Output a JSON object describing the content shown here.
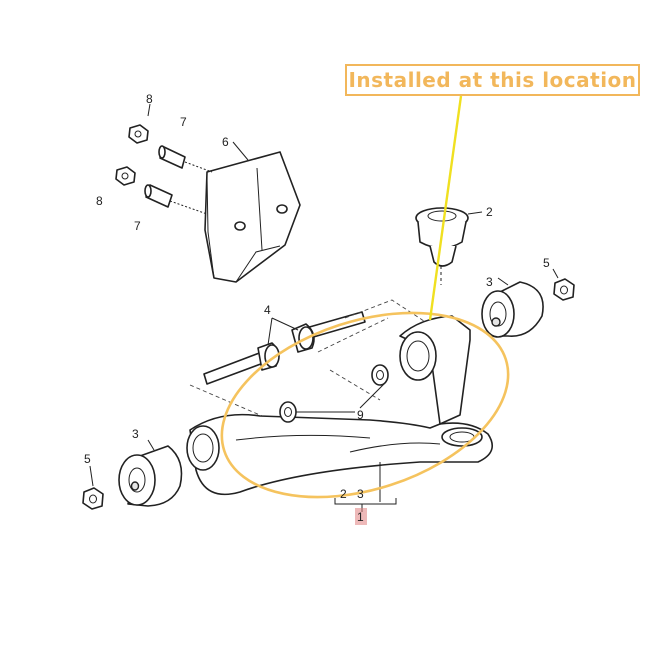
{
  "callout": {
    "text": "Installed at this location",
    "color": "#f2b75b",
    "highlight_color": "#f5c35e",
    "pointer_color": "#f0e020"
  },
  "labels": {
    "bolt_assembly": "4",
    "bushing_ball_joint": "2",
    "bushing_right": "3",
    "nut_right": "5",
    "bushing_left": "3",
    "nut_left": "5",
    "bracket": "6",
    "spacer_top": "7",
    "spacer_bottom": "7",
    "nut_top": "8",
    "nut_bottom": "8",
    "washer": "9",
    "sub_2": "2",
    "sub_3": "3",
    "arm_assembly": "1"
  },
  "arm_label_color": "#e08080"
}
